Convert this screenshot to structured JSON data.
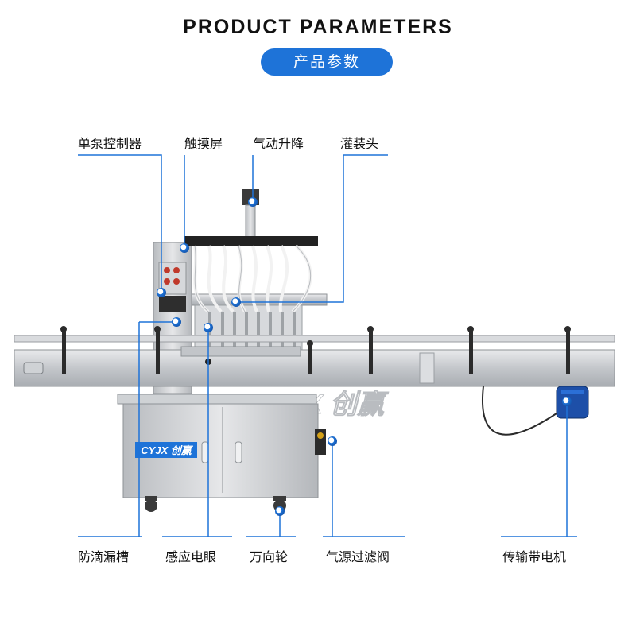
{
  "header": {
    "title": "PRODUCT PARAMETERS",
    "subtitle": "产品参数"
  },
  "brand": {
    "watermark": "CYJX 创赢",
    "panel_logo": "CYJX 创赢"
  },
  "labels": {
    "top": [
      "单泵控制器",
      "触摸屏",
      "气动升降",
      "灌装头"
    ],
    "bottom": [
      "防滴漏槽",
      "感应电眼",
      "万向轮",
      "气源过滤阀",
      "传输带电机"
    ]
  },
  "colors": {
    "accent": "#1e73d8",
    "steel": "#c9ccd0",
    "frame_dark": "#2b2b2b"
  }
}
